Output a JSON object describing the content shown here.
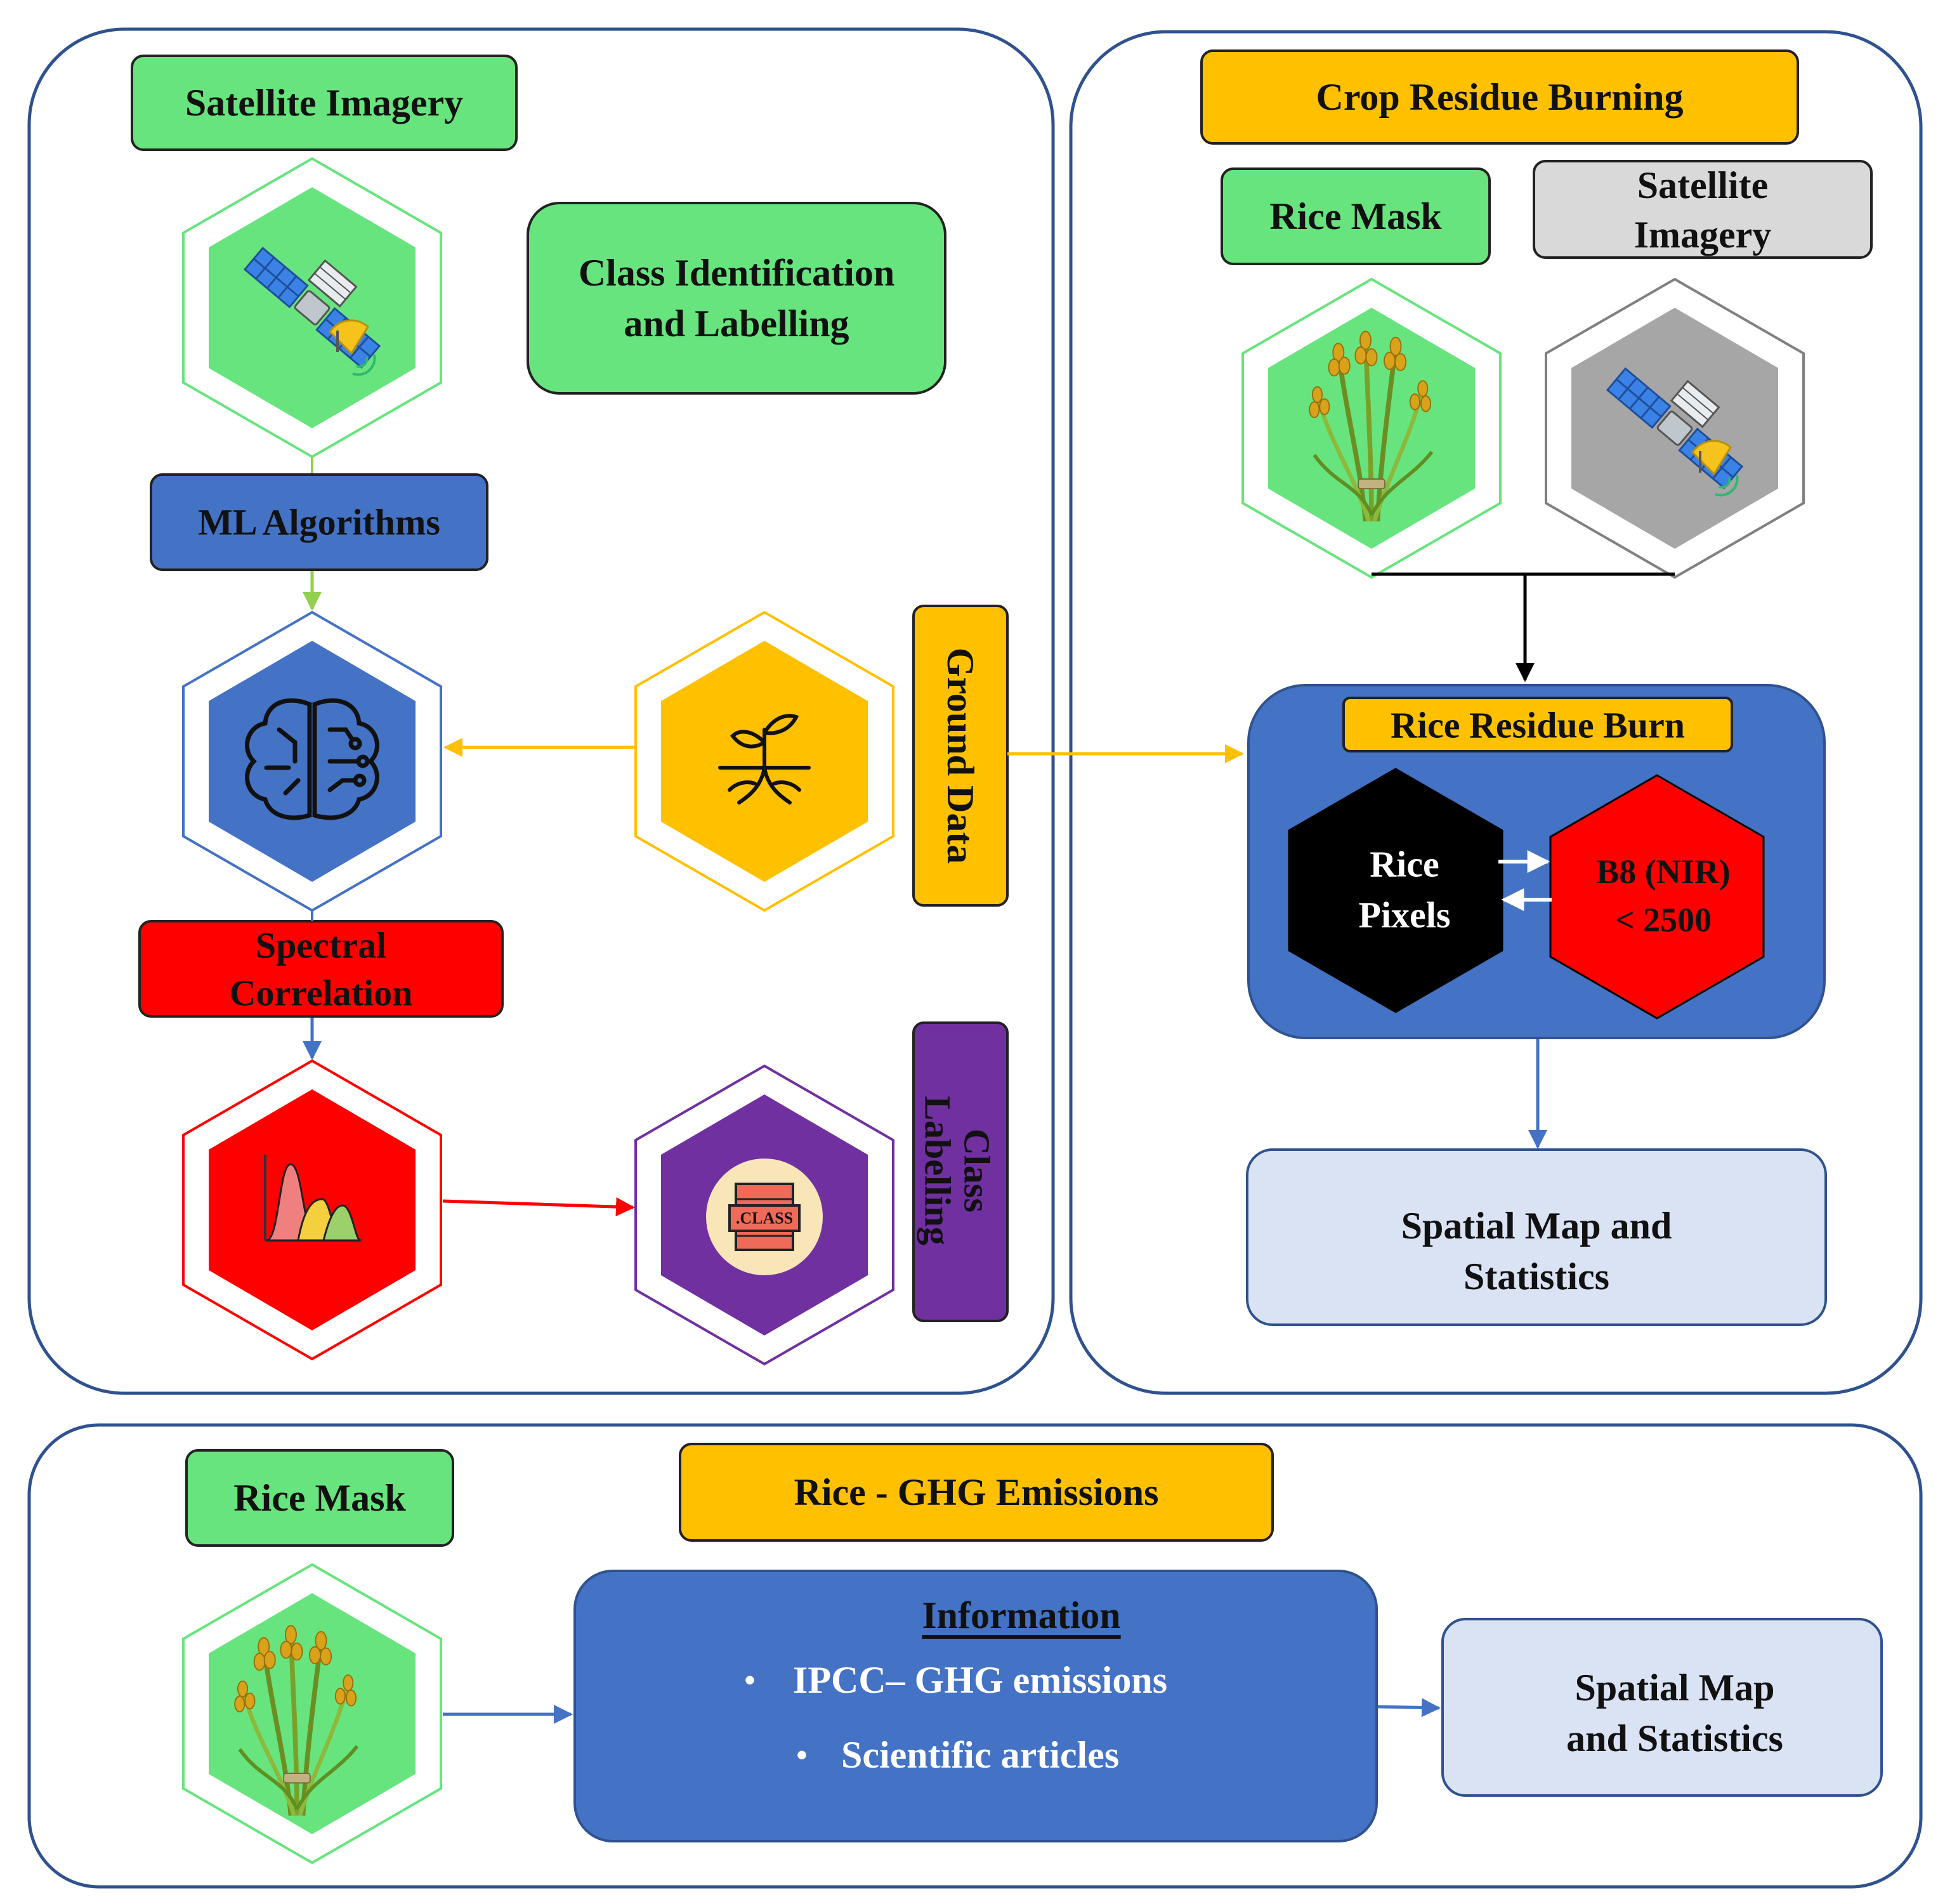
{
  "colors": {
    "panel_border": "#2f528f",
    "green_fill": "#68e47e",
    "orange_fill": "#ffc000",
    "blue_fill": "#4472c4",
    "red_fill": "#ff0000",
    "purple_fill": "#7030a0",
    "grey_fill": "#a6a6a6",
    "light_box": "#dae3f3",
    "black": "#000000"
  },
  "left_panel": {
    "satellite_imagery": "Satellite Imagery",
    "class_identification": [
      "Class Identification",
      "and Labelling"
    ],
    "ml_algorithms": "ML Algorithms",
    "ground_data": "Ground Data",
    "spectral_correlation": [
      "Spectral",
      "Correlation"
    ],
    "class_labelling": [
      "Class",
      "Labelling"
    ],
    "class_icon_text": ".CLASS"
  },
  "right_panel": {
    "crop_residue_burning": "Crop Residue Burning",
    "rice_mask": "Rice Mask",
    "satellite_imagery": [
      "Satellite",
      "Imagery"
    ],
    "rice_residue_burn": "Rice Residue Burn",
    "rice_pixels": [
      "Rice",
      "Pixels"
    ],
    "b8_condition": [
      "B8 (NIR)",
      "< 2500"
    ],
    "spatial_map": [
      "Spatial Map and",
      "Statistics"
    ]
  },
  "bottom_panel": {
    "rice_mask": "Rice Mask",
    "rice_ghg": "Rice - GHG Emissions",
    "information_title": "Information",
    "information_items": [
      "IPCC– GHG emissions",
      "Scientific articles"
    ],
    "spatial_map": [
      "Spatial Map",
      "and Statistics"
    ]
  }
}
